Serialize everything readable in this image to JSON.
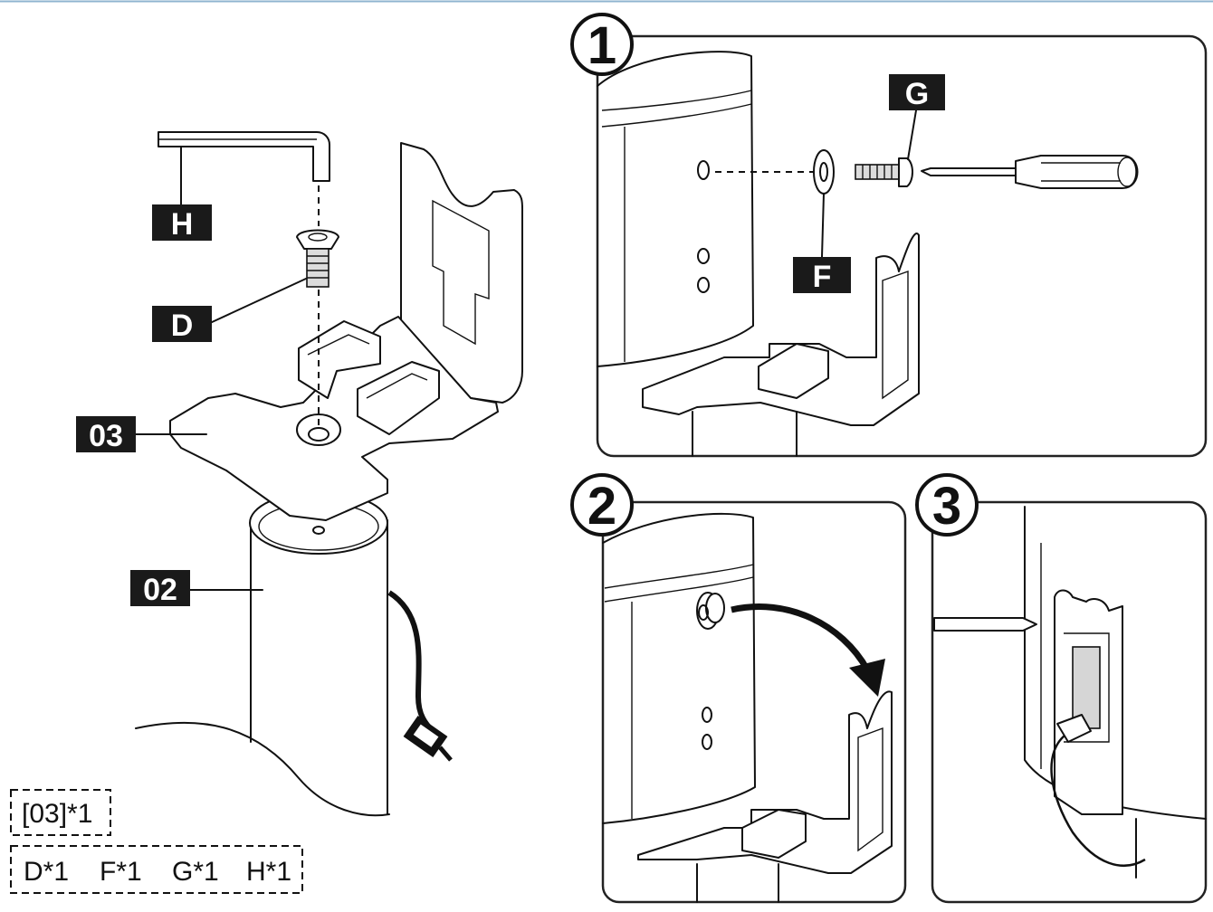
{
  "labels": {
    "H": "H",
    "D": "D",
    "p03": "03",
    "p02": "02",
    "G": "G",
    "F": "F"
  },
  "steps": [
    "1",
    "2",
    "3"
  ],
  "parts": {
    "row1": [
      "[03]*1"
    ],
    "row2": [
      "D*1",
      "F*1",
      "G*1",
      "H*1"
    ]
  },
  "colors": {
    "label_bg": "#1a1a1a",
    "line": "#111111",
    "panel_border": "#222222"
  }
}
